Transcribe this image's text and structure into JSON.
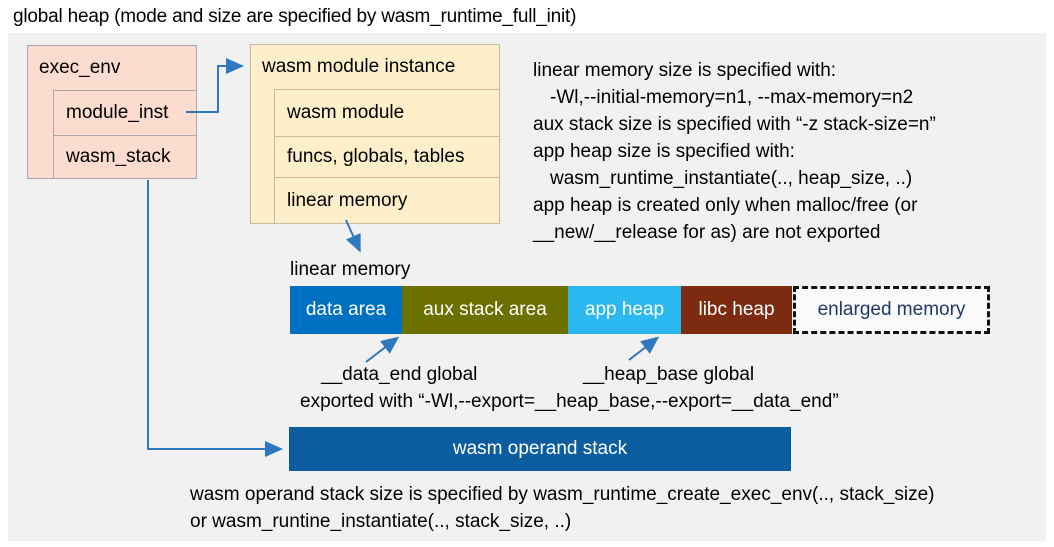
{
  "title": "global heap (mode and size are specified by wasm_runtime_full_init)",
  "colors": {
    "panel_bg": "#F1F1F1",
    "exec_env_fill": "#FBDCCE",
    "module_instance_fill": "#FCEFC9",
    "box_border": "#A9A9A9",
    "data_area": "#0071C0",
    "aux_stack_area": "#6B7000",
    "app_heap": "#2BB8F0",
    "libc_heap": "#7C2B10",
    "operand_stack": "#0C5CA0",
    "enlarged_memory_text": "#1F3968",
    "arrow": "#2E78C2"
  },
  "exec_env": {
    "title": "exec_env",
    "fields": [
      "module_inst",
      "wasm_stack"
    ]
  },
  "module_instance": {
    "title": "wasm module instance",
    "fields": [
      "wasm module",
      "funcs, globals, tables",
      "linear memory"
    ]
  },
  "notes": {
    "lines": [
      "linear memory size is specified with:",
      "-Wl,--initial-memory=n1, --max-memory=n2",
      "aux stack size is specified with “-z stack-size=n”",
      "app heap size is specified with:",
      "wasm_runtime_instantiate(.., heap_size, ..)",
      "app heap is created only when malloc/free (or",
      "__new/__release for as) are not exported"
    ]
  },
  "linear_memory": {
    "label": "linear memory",
    "segments": [
      {
        "label": "data area",
        "color": "#0071C0"
      },
      {
        "label": "aux stack area",
        "color": "#6B7000"
      },
      {
        "label": "app heap",
        "color": "#2BB8F0"
      },
      {
        "label": "libc heap",
        "color": "#7C2B10"
      },
      {
        "label": "enlarged memory",
        "color": "#FAFAFA"
      }
    ]
  },
  "annotations": {
    "data_end": "__data_end global",
    "heap_base": "__heap_base global",
    "exported": "exported with “-Wl,--export=__heap_base,--export=__data_end”"
  },
  "operand_stack": {
    "label": "wasm operand stack",
    "caption_lines": [
      "wasm operand stack size is specified by wasm_runtime_create_exec_env(.., stack_size)",
      "or wasm_runtine_instantiate(.., stack_size, ..)"
    ]
  }
}
